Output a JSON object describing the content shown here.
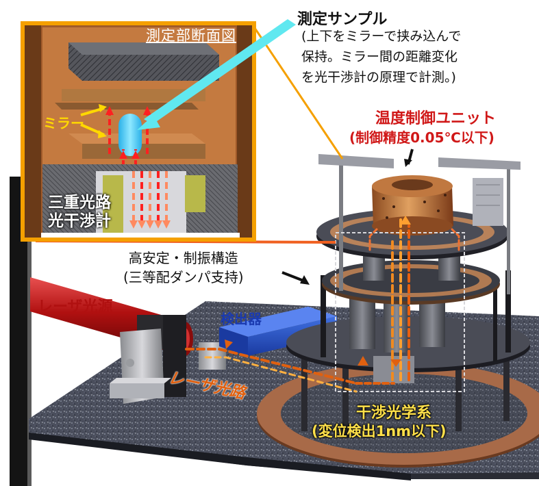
{
  "inset": {
    "title": "測定部断面図",
    "mirror_label": "ミラー",
    "interferometer_label": "三重光路\n光干渉計"
  },
  "sample": {
    "title": "測定サンプル",
    "description": "(上下をミラーで挟み込んで\n保持。ミラー間の距離変化\nを光干渉計の原理で計測。)"
  },
  "temperature_unit": {
    "title": "温度制御ユニット",
    "precision": "(制御精度0.05℃以下)"
  },
  "structure": {
    "label": "高安定・制振構造\n(三等配ダンパ支持)"
  },
  "laser_source": {
    "label": "レーザ光源"
  },
  "detector": {
    "label": "検出器"
  },
  "laser_path": {
    "label": "レーザ光路"
  },
  "interferometer": {
    "title": "干渉光学系",
    "precision": "(変位検出1nm以下)"
  },
  "colors": {
    "inset_border": "#f5a000",
    "cyan_arrow": "#60e8f0",
    "laser_path": "#e06010",
    "laser_red": "#c81414",
    "detector_blue": "#2850c8",
    "copper": "#c07040",
    "caption_red": "#d01818",
    "callout_yellow": "#ffd800"
  }
}
